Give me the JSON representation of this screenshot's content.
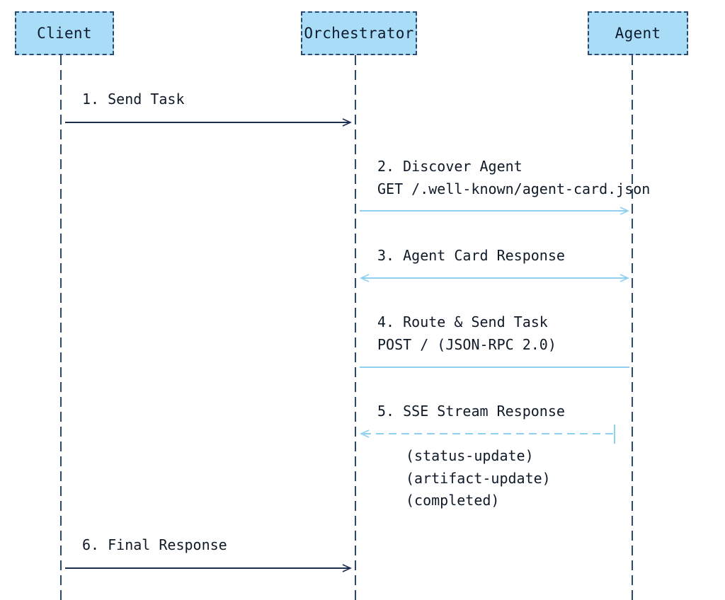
{
  "participants": {
    "client": "Client",
    "orchestrator": "Orchestrator",
    "agent": "Agent"
  },
  "messages": {
    "m1": {
      "line1": "1. Send Task"
    },
    "m2": {
      "line1": "2. Discover Agent",
      "line2": "GET /.well-known/agent-card.json"
    },
    "m3": {
      "line1": "3. Agent Card Response"
    },
    "m4": {
      "line1": "4. Route & Send Task",
      "line2": "POST / (JSON-RPC 2.0)"
    },
    "m5": {
      "line1": "5. SSE Stream Response",
      "events": [
        "(status-update)",
        "(artifact-update)",
        "(completed)"
      ]
    },
    "m6": {
      "line1": "6. Final Response"
    }
  },
  "colors": {
    "actor_fill": "#a9dcf6",
    "actor_border": "#2b4a6e",
    "lifeline": "#2b4a6e",
    "dark_arrow": "#1c2f52",
    "light_arrow": "#8fd0f0",
    "text": "#0f1a28"
  }
}
